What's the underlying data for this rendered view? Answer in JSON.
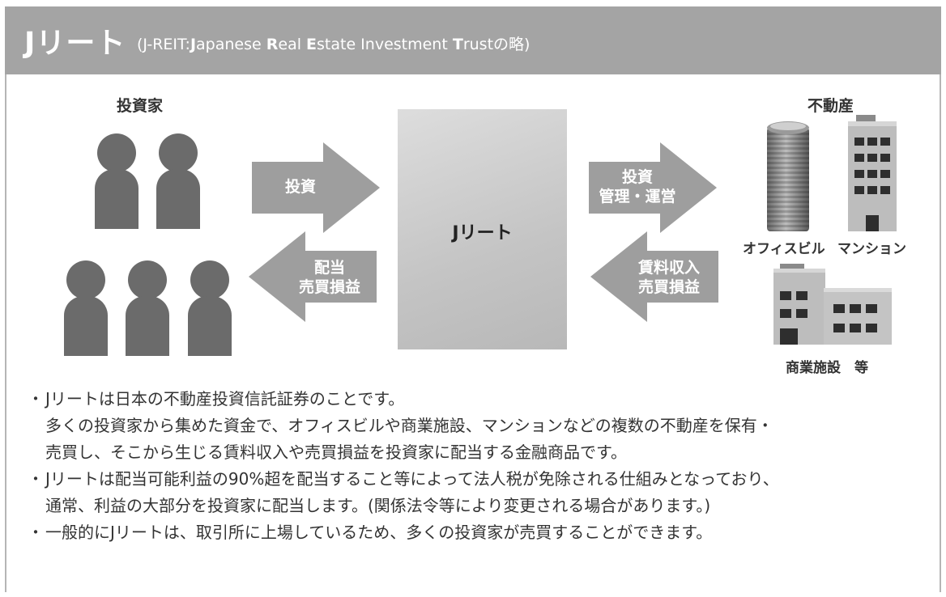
{
  "header": {
    "title": "Jリート",
    "subtitle_prefix": "(J-REIT:",
    "subtitle_j": "J",
    "subtitle_apanese": "apanese ",
    "subtitle_r": "R",
    "subtitle_eal": "eal ",
    "subtitle_e": "E",
    "subtitle_state": "state Investment ",
    "subtitle_t": "T",
    "subtitle_rust": "rustの略)"
  },
  "diagram": {
    "investors_label": "投資家",
    "realestate_label": "不動産",
    "center_label": "Jリート",
    "arrow_invest": "投資",
    "arrow_dividend_line1": "配当",
    "arrow_dividend_line2": "売買損益",
    "arrow_manage_line1": "投資",
    "arrow_manage_line2": "管理・運営",
    "arrow_rent_line1": "賃料収入",
    "arrow_rent_line2": "売買損益",
    "office_label": "オフィスビル",
    "mansion_label": "マンション",
    "commercial_label": "商業施設　等"
  },
  "bullets": {
    "marker": "・",
    "b1_line1": "Jリートは日本の不動産投資信託証券のことです。",
    "b1_line2": "多くの投資家から集めた資金で、オフィスビルや商業施設、マンションなどの複数の不動産を保有・",
    "b1_line3": "売買し、そこから生じる賃料収入や売買損益を投資家に配当する金融商品です。",
    "b2_line1": "Jリートは配当可能利益の90%超を配当すること等によって法人税が免除される仕組みとなっており、",
    "b2_line2": "通常、利益の大部分を投資家に配当します。(関係法令等により変更される場合があります。)",
    "b3_line1": "一般的にJリートは、取引所に上場しているため、多くの投資家が売買することができます。"
  },
  "colors": {
    "header_bg": "#a4a4a4",
    "person": "#6b6b6b",
    "arrow": "#9e9e9e",
    "text": "#333333"
  }
}
